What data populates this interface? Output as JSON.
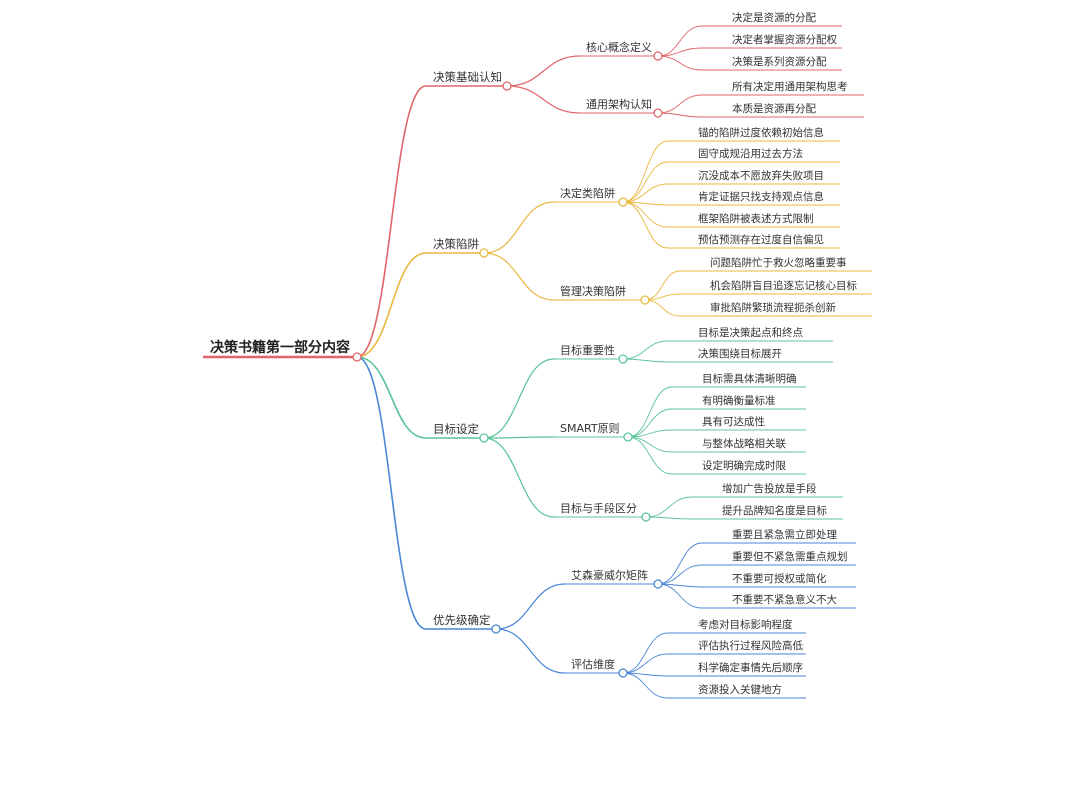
{
  "root": {
    "label": "决策书籍第一部分内容",
    "color": "#e0656a"
  },
  "branches": [
    {
      "label": "决策基础认知",
      "color": "#e0656a",
      "children": [
        {
          "label": "核心概念定义",
          "leaves": [
            "决定是资源的分配",
            "决定者掌握资源分配权",
            "决策是系列资源分配"
          ]
        },
        {
          "label": "通用架构认知",
          "leaves": [
            "所有决定用通用架构思考",
            "本质是资源再分配"
          ]
        }
      ]
    },
    {
      "label": "决策陷阱",
      "color": "#e8b83f",
      "children": [
        {
          "label": "决定类陷阱",
          "leaves": [
            "锚的陷阱过度依赖初始信息",
            "固守成规沿用过去方法",
            "沉没成本不愿放弃失败项目",
            "肯定证据只找支持观点信息",
            "框架陷阱被表述方式限制",
            "预估预测存在过度自信偏见"
          ]
        },
        {
          "label": "管理决策陷阱",
          "leaves": [
            "问题陷阱忙于救火忽略重要事",
            "机会陷阱盲目追逐忘记核心目标",
            "审批陷阱繁琐流程扼杀创新"
          ]
        }
      ]
    },
    {
      "label": "目标设定",
      "color": "#5cc49a",
      "children": [
        {
          "label": "目标重要性",
          "leaves": [
            "目标是决策起点和终点",
            "决策围绕目标展开"
          ]
        },
        {
          "label": "SMART原则",
          "leaves": [
            "目标需具体清晰明确",
            "有明确衡量标准",
            "具有可达成性",
            "与整体战略相关联",
            "设定明确完成时限"
          ]
        },
        {
          "label": "目标与手段区分",
          "leaves": [
            "增加广告投放是手段",
            "提升品牌知名度是目标"
          ]
        }
      ]
    },
    {
      "label": "优先级确定",
      "color": "#4a86d6",
      "children": [
        {
          "label": "艾森豪威尔矩阵",
          "leaves": [
            "重要且紧急需立即处理",
            "重要但不紧急需重点规划",
            "不重要可授权或简化",
            "不重要不紧急意义不大"
          ]
        },
        {
          "label": "评估维度",
          "leaves": [
            "考虑对目标影响程度",
            "评估执行过程风险高低",
            "科学确定事情先后顺序",
            "资源投入关键地方"
          ]
        }
      ]
    }
  ]
}
